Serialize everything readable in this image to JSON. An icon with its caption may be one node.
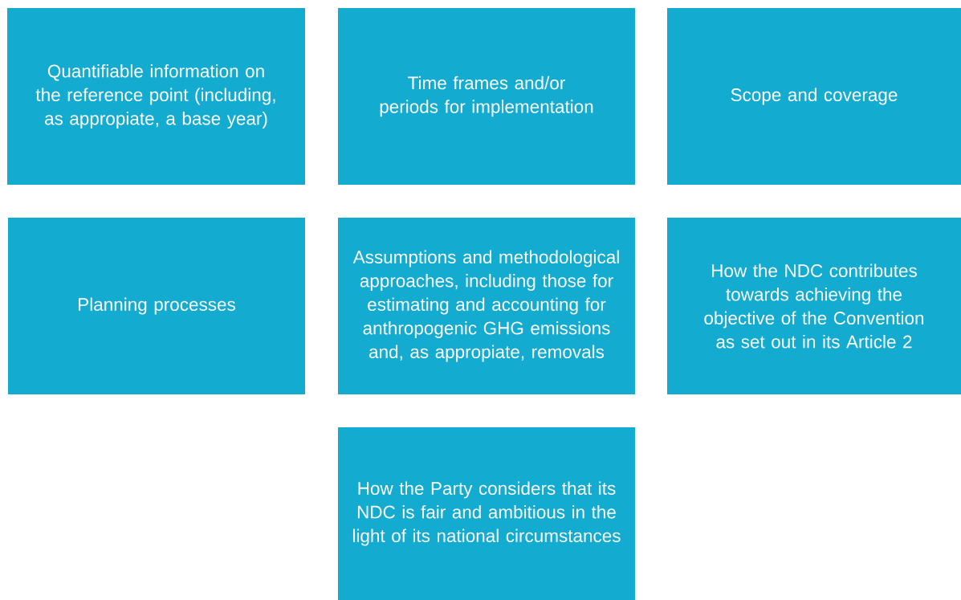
{
  "diagram": {
    "nodes": [
      {
        "text": [
          "Quantifiable information on the reference point (including, as appropiate, a base year)"
        ]
      },
      {
        "text": [
          "Time frames and/or periods for implementation"
        ]
      },
      {
        "text": [
          "Scope and coverage"
        ]
      },
      {
        "text": [
          "Planning processes"
        ]
      },
      {
        "text": [
          "Assumptions and methodological approaches, including those for estimating and accounting for anthropogenic GHG emissions and, as appropiate, removals"
        ]
      },
      {
        "text": [
          "How the NDC contributes towards achieving the objective of the Convention as set out in its Article 2"
        ]
      },
      {
        "text": [
          "How the Party considers that its NDC is fair and ambitious in the light of its national circumstances"
        ]
      }
    ]
  }
}
